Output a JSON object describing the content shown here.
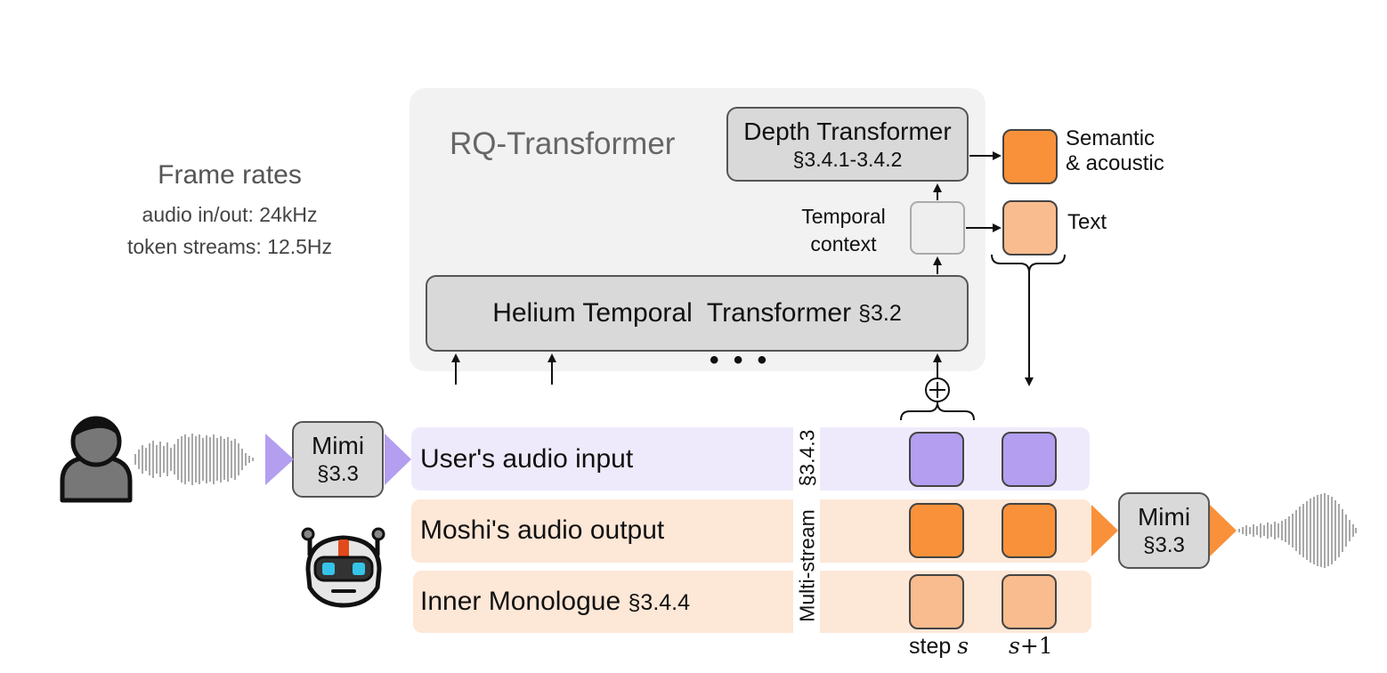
{
  "frame_rates": {
    "title": "Frame rates",
    "audio": "audio in/out: 24kHz",
    "tokens": "token streams: 12.5Hz"
  },
  "rq_transformer": {
    "title": "RQ-Transformer",
    "depth": {
      "name": "Depth Transformer",
      "section": "§3.4.1-3.4.2"
    },
    "temporal_context": {
      "line1": "Temporal",
      "line2": "context"
    },
    "helium": {
      "name": "Helium Temporal  Transformer",
      "section": "§3.2"
    },
    "ellipsis": "• • •"
  },
  "outputs": {
    "semantic": {
      "line1": "Semantic",
      "line2": "& acoustic"
    },
    "text": "Text"
  },
  "streams": {
    "user": {
      "label": "User's audio input"
    },
    "moshi": {
      "label": "Moshi's audio output"
    },
    "inner": {
      "label": "Inner Monologue",
      "section": "§3.4.4"
    },
    "section_label": "§3.4.3",
    "multi_stream": "Multi-stream"
  },
  "mimi_in": {
    "name": "Mimi",
    "section": "§3.3"
  },
  "mimi_out": {
    "name": "Mimi",
    "section": "§3.3"
  },
  "steps": {
    "step_word": "step",
    "s": "s",
    "s_plus_1_var": "s",
    "s_plus_1_suffix": "+1"
  },
  "colors": {
    "purple": "#b39ef0",
    "orange": "#f9913a",
    "light_orange": "#f8bc8e",
    "user_stream_bg": "#efeafb",
    "moshi_stream_bg": "#fde7d7",
    "panel_bg": "#f2f2f2",
    "box_gray": "#d9d9d9"
  },
  "icons": [
    "person-icon",
    "robot-icon",
    "waveform-icon",
    "plus-circle-icon"
  ]
}
